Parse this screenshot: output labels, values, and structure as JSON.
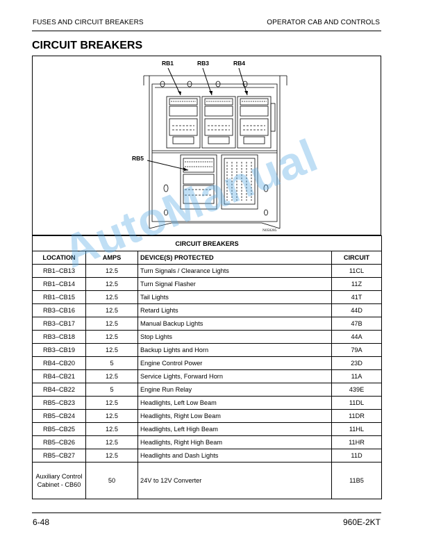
{
  "header": {
    "left": "FUSES AND CIRCUIT BREAKERS",
    "right": "OPERATOR CAB AND CONTROLS"
  },
  "page_title": "CIRCUIT BREAKERS",
  "figure": {
    "labels": {
      "rb1": "RB1",
      "rb3": "RB3",
      "rb4": "RB4",
      "rb5": "RB5"
    },
    "figure_id": "N050285"
  },
  "table": {
    "caption": "CIRCUIT BREAKERS",
    "headers": {
      "location": "LOCATION",
      "amps": "AMPS",
      "devices": "DEVICE(S) PROTECTED",
      "circuit": "CIRCUIT"
    },
    "rows": [
      {
        "location": "RB1–CB13",
        "amps": "12.5",
        "device": "Turn Signals / Clearance Lights",
        "circuit": "11CL"
      },
      {
        "location": "RB1–CB14",
        "amps": "12.5",
        "device": "Turn Signal Flasher",
        "circuit": "11Z"
      },
      {
        "location": "RB1–CB15",
        "amps": "12.5",
        "device": "Tail Lights",
        "circuit": "41T"
      },
      {
        "location": "RB3–CB16",
        "amps": "12.5",
        "device": "Retard Lights",
        "circuit": "44D"
      },
      {
        "location": "RB3–CB17",
        "amps": "12.5",
        "device": "Manual Backup Lights",
        "circuit": "47B"
      },
      {
        "location": "RB3–CB18",
        "amps": "12.5",
        "device": "Stop Lights",
        "circuit": "44A"
      },
      {
        "location": "RB3–CB19",
        "amps": "12.5",
        "device": "Backup Lights and Horn",
        "circuit": "79A"
      },
      {
        "location": "RB4–CB20",
        "amps": "5",
        "device": "Engine Control Power",
        "circuit": "23D"
      },
      {
        "location": "RB4–CB21",
        "amps": "12.5",
        "device": "Service Lights, Forward Horn",
        "circuit": "11A"
      },
      {
        "location": "RB4–CB22",
        "amps": "5",
        "device": "Engine Run Relay",
        "circuit": "439E"
      },
      {
        "location": "RB5–CB23",
        "amps": "12.5",
        "device": "Headlights, Left Low Beam",
        "circuit": "11DL"
      },
      {
        "location": "RB5–CB24",
        "amps": "12.5",
        "device": "Headlights, Right Low Beam",
        "circuit": "11DR"
      },
      {
        "location": "RB5–CB25",
        "amps": "12.5",
        "device": "Headlights, Left High Beam",
        "circuit": "11HL"
      },
      {
        "location": "RB5–CB26",
        "amps": "12.5",
        "device": "Headlights, Right High Beam",
        "circuit": "11HR"
      },
      {
        "location": "RB5–CB27",
        "amps": "12.5",
        "device": "Headlights and Dash Lights",
        "circuit": "11D"
      },
      {
        "location": "Auxiliary Control Cabinet - CB60",
        "amps": "50",
        "device": "24V to 12V Converter",
        "circuit": "11B5"
      }
    ]
  },
  "watermark": "AutoManual",
  "footer": {
    "left": "6-48",
    "right": "960E-2KT"
  }
}
